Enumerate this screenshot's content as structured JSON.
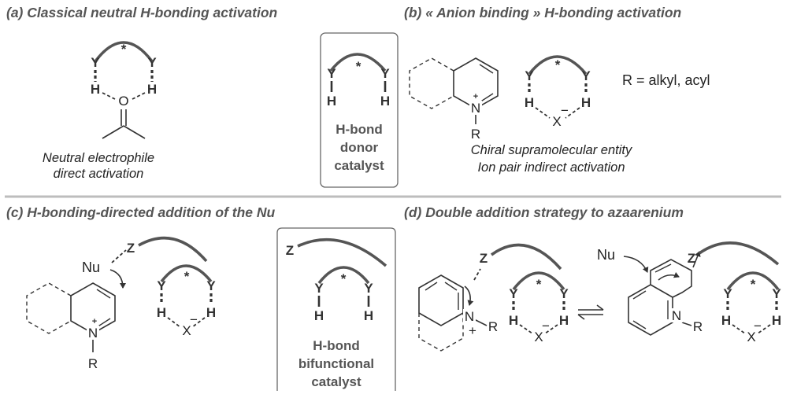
{
  "headers": {
    "a": "(a) Classical neutral H-bonding activation",
    "b": "(b) « Anion binding » H-bonding activation",
    "c": "(c) H-bonding-directed addition of the Nu",
    "d": "(d) Double addition strategy to azaarenium"
  },
  "atoms": {
    "Y": "Y",
    "H": "H",
    "O": "O",
    "N": "N",
    "R": "R",
    "X": "X",
    "Z": "Z",
    "Nu": "Nu",
    "star": "*",
    "plus": "+",
    "minus": "−"
  },
  "captions": {
    "a_line1": "Neutral electrophile",
    "a_line2": "direct activation",
    "b_line1": "Chiral supramolecular entity",
    "b_line2": "Ion pair indirect activation",
    "r_def": "R = alkyl, acyl"
  },
  "boxes": {
    "donor": [
      "H-bond",
      "donor",
      "catalyst"
    ],
    "bifunctional": [
      "H-bond",
      "bifunctional",
      "catalyst"
    ]
  }
}
